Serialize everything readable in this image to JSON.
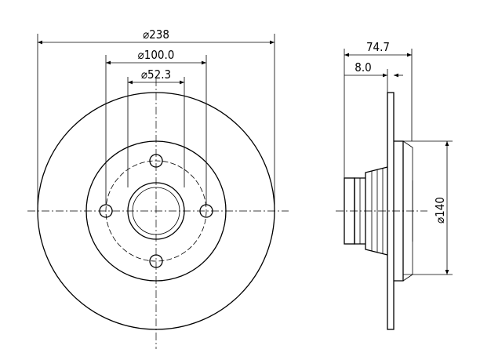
{
  "dimensions": {
    "outer_diameter": "⌀238",
    "bolt_circle": "⌀100.0",
    "center_bore": "⌀52.3",
    "total_height": "74.7",
    "disc_thickness": "8.0",
    "hub_diameter": "⌀140"
  },
  "colors": {
    "line": "#000000",
    "background": "#ffffff"
  }
}
